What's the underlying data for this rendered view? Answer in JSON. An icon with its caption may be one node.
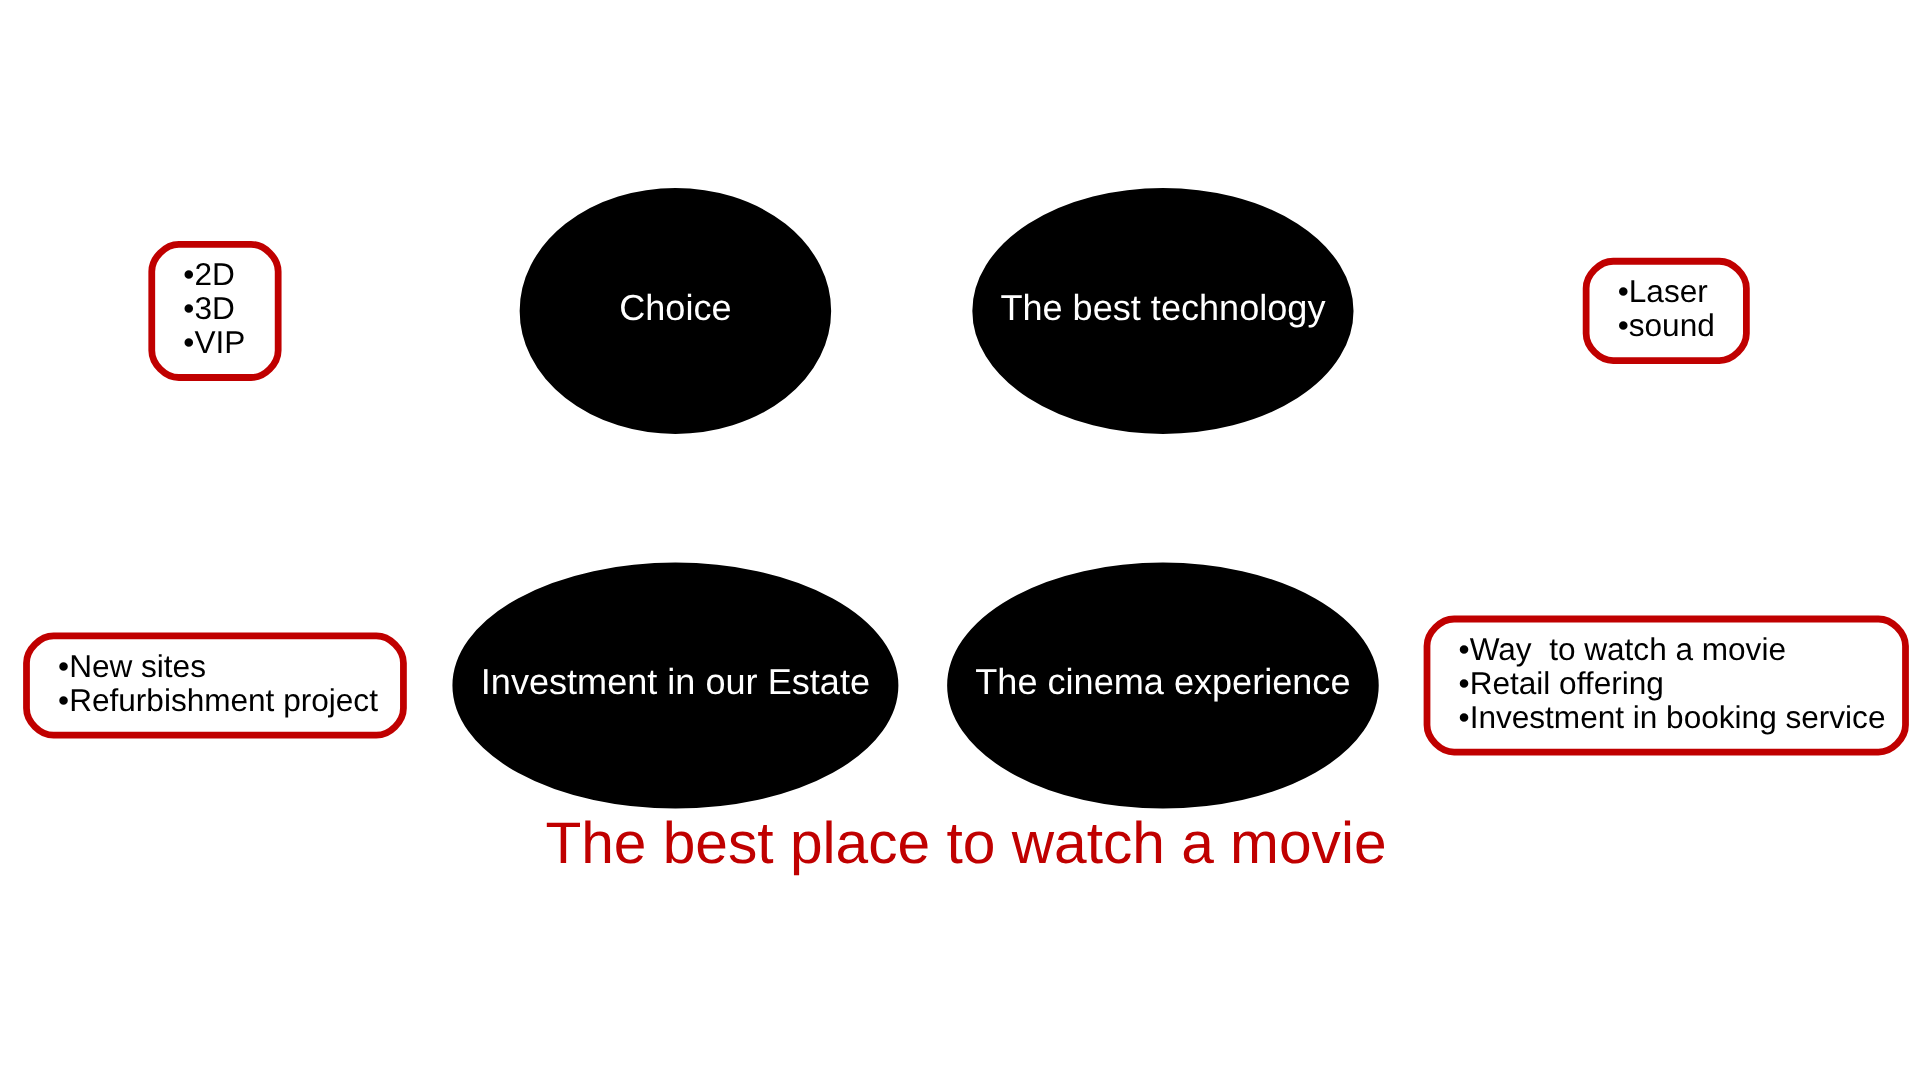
{
  "diagram": {
    "title": "The best place to watch a movie",
    "nodes": [
      {
        "text": [
          "•2D",
          "•3D",
          "•VIP"
        ]
      },
      {
        "text": [
          "Choice"
        ]
      },
      {
        "text": [
          "The best technology"
        ]
      },
      {
        "text": [
          "•Laser",
          "•sound"
        ]
      },
      {
        "text": [
          "•New sites",
          "•Refurbishment project"
        ]
      },
      {
        "text": [
          "Investment in our Estate"
        ]
      },
      {
        "text": [
          "The cinema experience"
        ]
      },
      {
        "text": [
          "•Way  to watch a movie",
          "•Retail offering",
          "•Investment in booking service"
        ]
      }
    ]
  }
}
